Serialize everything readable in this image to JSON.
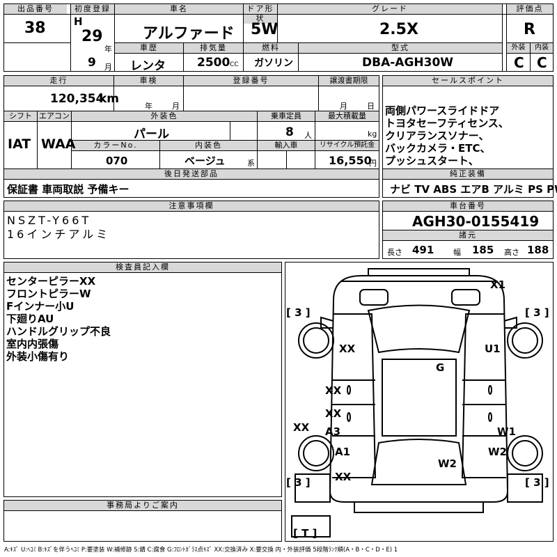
{
  "h": {
    "lot": "出品番号",
    "first_reg": "初度登録",
    "car_name": "車名",
    "door": "ドア形状",
    "grade": "グレード",
    "score": "評価点",
    "history": "車歴",
    "displacement": "排気量",
    "fuel": "燃料",
    "model": "型式",
    "exterior": "外装",
    "interior": "内装",
    "mileage": "走行",
    "inspection": "車検",
    "regno": "登録番号",
    "transfer": "譲渡書期限",
    "sales_point": "セールスポイント",
    "shift": "シフト",
    "ac": "エアコン",
    "ext_color": "外装色",
    "capacity": "乗車定員",
    "max_load": "最大積載量",
    "color_no": "カラーNo.",
    "int_color": "内装色",
    "import": "輸入車",
    "recycle": "リサイクル預託金",
    "later_parts": "後日発送部品",
    "std_equip": "純正装備",
    "notes": "注意事項欄",
    "chassis": "車台番号",
    "specs": "諸元",
    "inspector": "検査員記入欄",
    "office": "事務局よりご案内"
  },
  "v": {
    "lot": "38",
    "era": "H",
    "year": "29",
    "year_unit": "年",
    "month": "9",
    "month_unit": "月",
    "car_name": "アルファード",
    "door": "5W",
    "grade": "2.5X",
    "score": "R",
    "history": "レンタ",
    "displacement": "2500",
    "cc": "CC",
    "fuel": "ガソリン",
    "model": "DBA-AGH30W",
    "exterior": "C",
    "interior": "C",
    "mileage": "120,354",
    "km": "km",
    "insp_year": "年",
    "insp_month": "月",
    "transfer_month": "月",
    "transfer_day": "日",
    "shift": "IAT",
    "ac": "WAA",
    "ext_color": "パール",
    "capacity": "8",
    "capacity_unit": "人",
    "load_unit": "kg",
    "color_no": "070",
    "int_color": "ベージュ",
    "int_color_suffix": "系",
    "recycle": "16,550",
    "yen": "円",
    "later_parts": "保証書 車両取説 予備キー",
    "equipment": "ナビ TV ABS エアB アルミ PS PW",
    "chassis": "AGH30-0155419",
    "len_label": "長さ",
    "len": "491",
    "wid_label": "幅",
    "wid": "185",
    "hgt_label": "高さ",
    "hgt": "188"
  },
  "sales_lines": [
    "両側パワースライドドア",
    "トヨタセーフティセンス、",
    "クリアランスソナー、",
    "バックカメラ・ETC、",
    "プッシュスタート、"
  ],
  "notes_lines": [
    "NSZT-Y66T",
    "16インチアルミ"
  ],
  "inspector_lines": [
    "センターピラーXX",
    "フロントピラーW",
    "Fインナー小U",
    "下廻りAU",
    "ハンドルグリップ不良",
    "室内内張傷",
    "外装小傷有り"
  ],
  "diagram_labels": {
    "x1": "X1",
    "xx_fl": "XX",
    "u1": "U1",
    "g": "G",
    "xx_l1": "XX",
    "xx_l2": "XX",
    "a3": "A3",
    "xx_side": "XX",
    "w1": "W1",
    "a1": "A1",
    "w2r": "W2",
    "w2": "W2",
    "xx_rl": "XX",
    "t3_tl": "[ 3 ]",
    "t3_tr": "[ 3 ]",
    "t3_bl": "[ 3 ]",
    "t3_br": "[ 3 ]",
    "spare": "[ T ]"
  },
  "legend": "A:ｷｽﾞ U:ﾍｺﾐ B:ｷｽﾞを伴うﾍｺﾐ P:要塗装 W:補修跡 S:錆 C:腐食 G:ﾌﾛﾝﾄｶﾞﾗｽ点ｷｽﾞ XX:交換済み X:要交換 内・外装評価 5段階ﾗﾝｸ順(A・B・C・D・E) 1"
}
